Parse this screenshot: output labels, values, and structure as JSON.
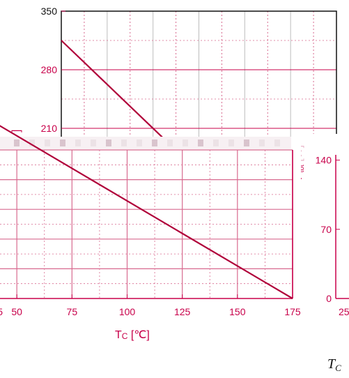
{
  "chart_data": [
    {
      "type": "line",
      "xlabel": "",
      "ylabel": "",
      "xlim": [
        25,
        175
      ],
      "ylim": [
        0,
        350
      ],
      "x_ticks": [
        "25",
        "50",
        "75",
        "100",
        "125",
        "150",
        "175"
      ],
      "y_ticks": [
        "210",
        "280",
        "350"
      ],
      "series": [
        {
          "x": [
            25,
            175
          ],
          "y": [
            315,
            0
          ]
        }
      ]
    },
    {
      "type": "line",
      "xlabel_main": "T",
      "xlabel_sub": "C",
      "xlabel_unit": "[℃]",
      "ylabel_main": "P",
      "ylabel_sub": "tot",
      "ylabel_unit": "[W]",
      "xlim": [
        25,
        175
      ],
      "ylim": [
        0,
        175
      ],
      "x_ticks": [
        "5",
        "50",
        "75",
        "100",
        "125",
        "150",
        "175"
      ],
      "series": [
        {
          "x": [
            25,
            175
          ],
          "y": [
            230,
            0
          ]
        }
      ]
    },
    {
      "type": "line",
      "xlabel": "",
      "ylabel": "",
      "y_ticks": [
        "0",
        "70",
        "140"
      ],
      "x_ticks": [
        "25"
      ]
    }
  ],
  "footer_label_main": "T",
  "footer_label_sub": "C",
  "colors": {
    "accent": "#c8004a",
    "grid_dash": "#d86a8f",
    "grid_gray": "#bdbdbd",
    "frame_black": "#111111"
  }
}
